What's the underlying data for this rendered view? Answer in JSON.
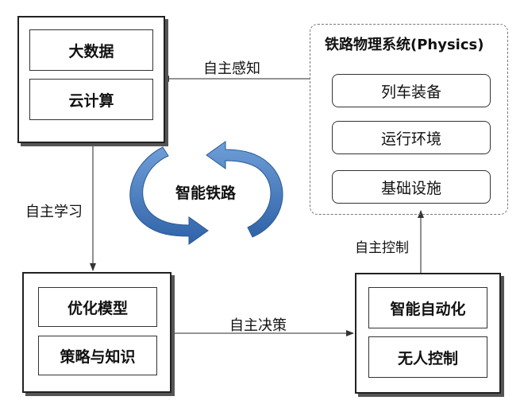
{
  "top_left_box": {
    "items": [
      "大数据",
      "云计算"
    ]
  },
  "physics_system": {
    "title": "铁路物理系统(Physics)",
    "items": [
      "列车装备",
      "运行环境",
      "基础设施"
    ]
  },
  "bottom_left_box": {
    "items": [
      "优化模型",
      "策略与知识"
    ]
  },
  "bottom_right_box": {
    "items": [
      "智能自动化",
      "无人控制"
    ]
  },
  "center_label": "智能铁路",
  "edges": {
    "sense": "自主感知",
    "learn": "自主学习",
    "decide": "自主决策",
    "control": "自主控制"
  },
  "colors": {
    "cycle_arrow": "#4a7fc1",
    "cycle_arrow_dark": "#2c5a94"
  }
}
